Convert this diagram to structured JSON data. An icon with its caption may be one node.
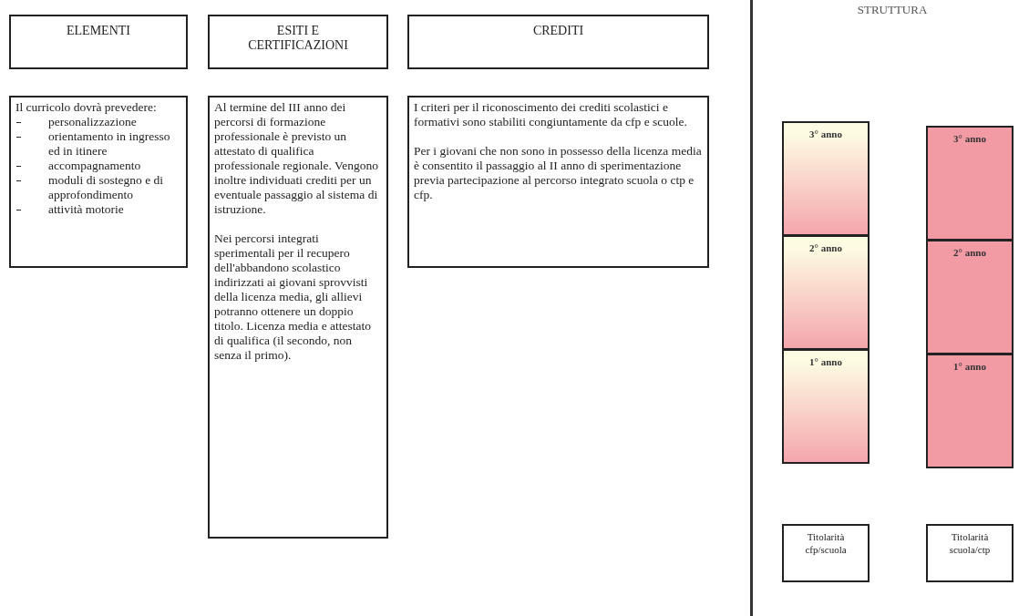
{
  "diagram": {
    "nodes": [
      {
        "text": [
          "ELEMENTI"
        ]
      },
      {
        "text": [
          "ESITI E CERTIFICAZIONI"
        ]
      },
      {
        "text": [
          "CREDITI"
        ]
      },
      {
        "text": [
          "STRUTTURA"
        ]
      },
      {
        "text": [
          "Il curricolo dovrà prevedere:",
          "personalizzazione",
          "orientamento in ingresso ed in itinere",
          "accompagnamento",
          "moduli di sostegno e di approfondimento",
          "attività motorie"
        ]
      },
      {
        "text": [
          "Al termine del III anno dei percorsi di formazione professionale è previsto un attestato di qualifica professionale regionale. Vengono inoltre individuati crediti per un eventuale passaggio al sistema di istruzione.",
          "Nei percorsi integrati sperimentali per il recupero dell'abbandono scolastico indirizzati ai giovani sprovvisti della licenza media, gli allievi potranno ottenere un doppio titolo. Licenza media e attestato di qualifica (il secondo, non senza il primo)."
        ]
      },
      {
        "text": [
          "I criteri per il riconoscimento dei crediti scolastici e formativi sono stabiliti congiuntamente da cfp e scuole.",
          "Per i giovani che non sono in possesso della licenza media è consentito il passaggio al II anno di sperimentazione previa partecipazione al percorso integrato scuola o ctp e cfp."
        ]
      },
      {
        "text": [
          "3° anno"
        ],
        "in": 3
      },
      {
        "text": [
          "2° anno"
        ],
        "in": 3
      },
      {
        "text": [
          "1° anno"
        ],
        "in": 3
      },
      {
        "text": [
          "3° anno"
        ],
        "in": 3
      },
      {
        "text": [
          "2° anno"
        ],
        "in": 3
      },
      {
        "text": [
          "1° anno"
        ],
        "in": 3
      },
      {
        "text": [
          "Titolarità cfp/scuola"
        ],
        "in": 3
      },
      {
        "text": [
          "Titolarità scuola/ctp"
        ],
        "in": 3
      }
    ]
  }
}
